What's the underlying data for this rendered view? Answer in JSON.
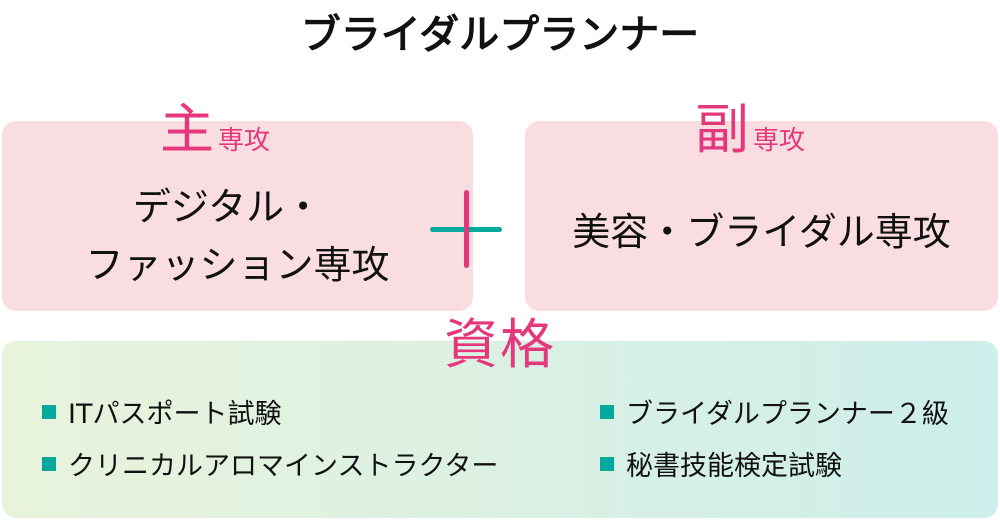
{
  "title": "ブライダルプランナー",
  "major": {
    "big": "主",
    "small": "専攻",
    "lines": [
      "デジタル・",
      "ファッション専攻"
    ]
  },
  "minor": {
    "big": "副",
    "small": "専攻",
    "text": "美容・ブライダル専攻"
  },
  "qualifications": {
    "heading": "資格",
    "items": [
      "ITパスポート試験",
      "クリニカルアロマインストラクター",
      "ブライダルプランナー２級",
      "秘書技能検定試験"
    ]
  },
  "colors": {
    "pink": "#f9dde0",
    "magenta": "#e5387c",
    "teal": "#00a99d"
  }
}
